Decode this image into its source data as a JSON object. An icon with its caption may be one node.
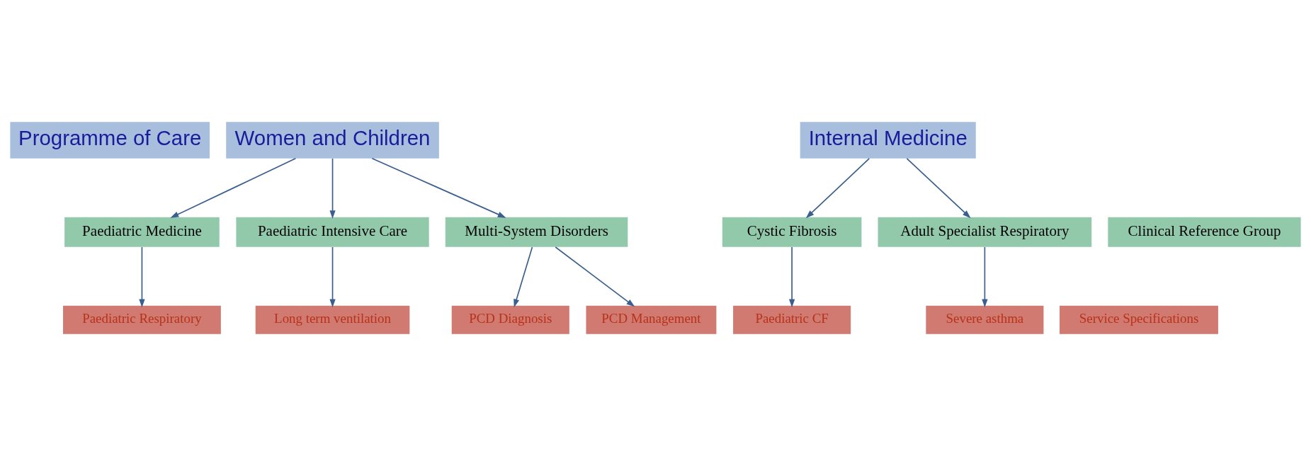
{
  "diagram": {
    "nodes": [
      {
        "text": [
          "Programme of Care"
        ]
      },
      {
        "text": [
          "Women and Children"
        ]
      },
      {
        "text": [
          "Internal Medicine"
        ]
      },
      {
        "text": [
          "Clinical Reference Group"
        ]
      },
      {
        "text": [
          "Paediatric Medicine"
        ]
      },
      {
        "text": [
          "Paediatric Intensive Care"
        ]
      },
      {
        "text": [
          "Multi-System Disorders"
        ]
      },
      {
        "text": [
          "Cystic Fibrosis"
        ]
      },
      {
        "text": [
          "Adult Specialist Respiratory"
        ]
      },
      {
        "text": [
          "Service Specifications"
        ]
      },
      {
        "text": [
          "Paediatric Respiratory"
        ]
      },
      {
        "text": [
          "Long term ventilation"
        ]
      },
      {
        "text": [
          "PCD Diagnosis"
        ]
      },
      {
        "text": [
          "PCD Management"
        ]
      },
      {
        "text": [
          "Paediatric CF"
        ]
      },
      {
        "text": [
          "Severe asthma"
        ]
      }
    ],
    "edges": [
      {
        "from": 1,
        "to": 4,
        "arrow": "to"
      },
      {
        "from": 1,
        "to": 5,
        "arrow": "to"
      },
      {
        "from": 1,
        "to": 6,
        "arrow": "to"
      },
      {
        "from": 2,
        "to": 7,
        "arrow": "to"
      },
      {
        "from": 2,
        "to": 8,
        "arrow": "to"
      },
      {
        "from": 4,
        "to": 10,
        "arrow": "to"
      },
      {
        "from": 5,
        "to": 11,
        "arrow": "to"
      },
      {
        "from": 6,
        "to": 12,
        "arrow": "to"
      },
      {
        "from": 6,
        "to": 13,
        "arrow": "to"
      },
      {
        "from": 7,
        "to": 14,
        "arrow": "to"
      },
      {
        "from": 8,
        "to": 15,
        "arrow": "to"
      }
    ]
  }
}
